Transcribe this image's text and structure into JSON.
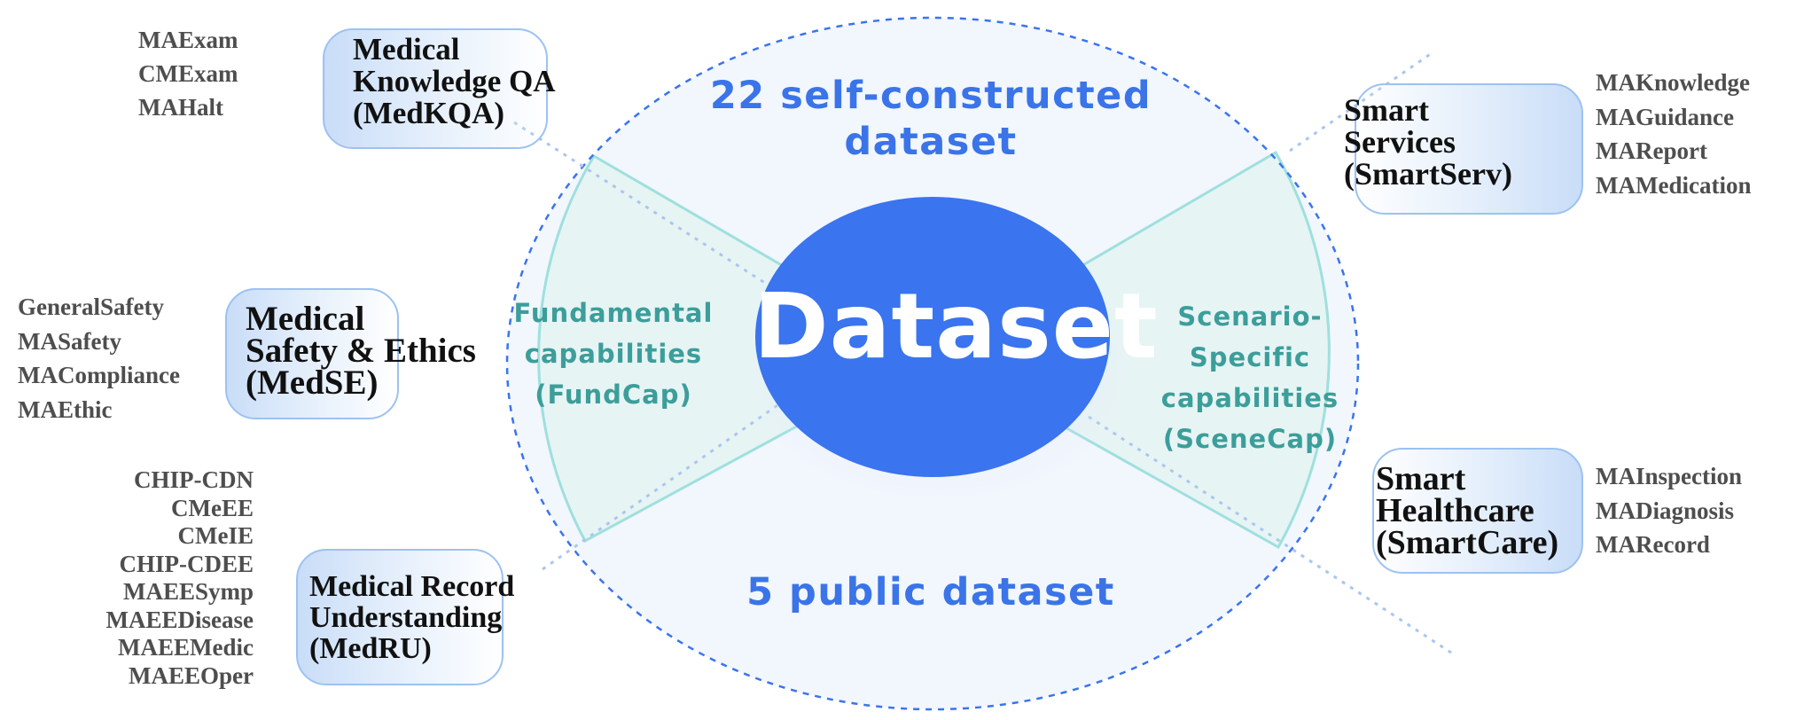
{
  "center": {
    "title": "Dataset",
    "top_label_line1": "22 self-constructed",
    "top_label_line2": "dataset",
    "bottom_label": "5 public dataset"
  },
  "capabilities": {
    "left": [
      "Fundamental",
      "capabilities",
      "(FundCap)"
    ],
    "right": [
      "Scenario-",
      "Specific",
      "capabilities",
      "(SceneCap)"
    ]
  },
  "categories": {
    "medkqa": {
      "lines": [
        "Medical",
        "Knowledge QA",
        "(MedKQA)"
      ],
      "datasets": [
        "MAExam",
        "CMExam",
        "MAHalt"
      ]
    },
    "medse": {
      "lines": [
        "Medical",
        "Safety & Ethics",
        "(MedSE)"
      ],
      "datasets": [
        "GeneralSafety",
        "MASafety",
        "MACompliance",
        "MAEthic"
      ]
    },
    "medru": {
      "lines": [
        "Medical Record",
        "Understanding",
        "(MedRU)"
      ],
      "datasets": [
        "CHIP-CDN",
        "CMeEE",
        "CMeIE",
        "CHIP-CDEE",
        "MAEESymp",
        "MAEEDisease",
        "MAEEMedic",
        "MAEEOper"
      ]
    },
    "smartserv": {
      "lines": [
        "Smart",
        "Services",
        "(SmartServ)"
      ],
      "datasets": [
        "MAKnowledge",
        "MAGuidance",
        "MAReport",
        "MAMedication"
      ]
    },
    "smartcare": {
      "lines": [
        "Smart",
        "Healthcare",
        "(SmartCare)"
      ],
      "datasets": [
        "MAInspection",
        "MADiagnosis",
        "MARecord"
      ]
    }
  },
  "colors": {
    "center_blue": "#3a74ee",
    "label_blue": "#3a74e8",
    "teal": "#3c9e9a",
    "outer_fill": "#f2f6fd",
    "sector_fill": "#e7f4f4",
    "sector_stroke": "#9ee0de"
  }
}
